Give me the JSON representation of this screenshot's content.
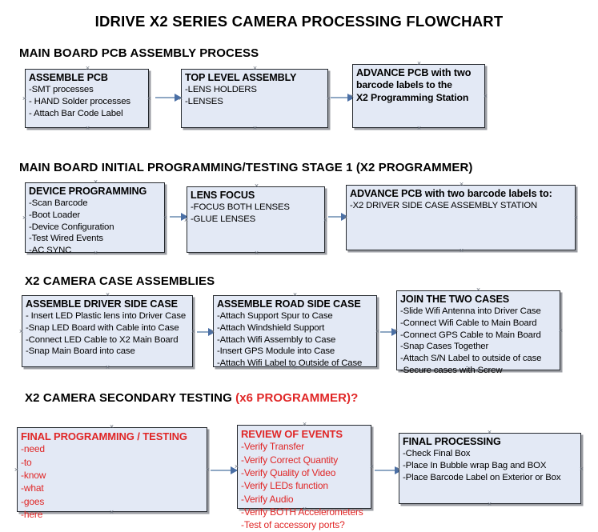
{
  "title": "IDRIVE X2  SERIES CAMERA PROCESSING FLOWCHART",
  "sections": [
    {
      "heading": "MAIN BOARD PCB ASSEMBLY PROCESS",
      "heading_suffix": ""
    },
    {
      "heading": "MAIN BOARD INITIAL PROGRAMMING/TESTING STAGE 1 (X2 PROGRAMMER)",
      "heading_suffix": ""
    },
    {
      "heading": "X2 CAMERA CASE ASSEMBLIES",
      "heading_suffix": ""
    },
    {
      "heading": "X2 CAMERA SECONDARY TESTING ",
      "heading_suffix": "(x6 PROGRAMMER)?"
    }
  ],
  "colors": {
    "box_fill": "#e3e9f5",
    "box_border": "#25292e",
    "box_shadow": "#82858c",
    "arrow_shaft": "#8fa8c4",
    "arrow_head": "#4a6fa5",
    "red_text": "#e02626",
    "black_text": "#000000",
    "background": "#ffffff"
  },
  "nodes": {
    "assemble_pcb": {
      "title": "ASSEMBLE PCB",
      "lines": [
        "-SMT processes",
        "- HAND Solder processes",
        "- Attach Bar Code Label"
      ]
    },
    "top_level_assembly": {
      "title": "TOP LEVEL ASSEMBLY",
      "lines": [
        "-LENS HOLDERS",
        "-LENSES"
      ]
    },
    "advance_pcb_station": {
      "title": "ADVANCE PCB with two",
      "lines": [
        "barcode labels to the",
        " X2 Programming Station"
      ]
    },
    "device_programming": {
      "title": "DEVICE PROGRAMMING",
      "lines": [
        "-Scan Barcode",
        "-Boot Loader",
        "-Device Configuration",
        "-Test Wired Events",
        "-AC SYNC"
      ]
    },
    "lens_focus": {
      "title": "LENS FOCUS",
      "lines": [
        "-FOCUS BOTH LENSES",
        "-GLUE LENSES"
      ]
    },
    "advance_pcb_driver_side": {
      "title": "ADVANCE PCB with two barcode labels to:",
      "lines": [
        "-X2 DRIVER  SIDE  CASE  ASSEMBLY STATION"
      ]
    },
    "assemble_driver_side_case": {
      "title": "ASSEMBLE DRIVER SIDE CASE",
      "lines": [
        "- Insert LED Plastic lens into Driver Case",
        "-Snap LED Board with Cable into Case",
        "-Connect LED Cable to X2 Main Board",
        "-Snap Main Board into case"
      ]
    },
    "assemble_road_side_case": {
      "title": "ASSEMBLE ROAD SIDE CASE",
      "lines": [
        "-Attach Support Spur to Case",
        "-Attach Windshield Support",
        "-Attach Wifi Assembly to Case",
        "-Insert GPS Module into Case",
        "-Attach Wifi Label to Outside of Case"
      ]
    },
    "join_the_two_cases": {
      "title": "JOIN THE TWO CASES",
      "lines": [
        "-Slide Wifi Antenna into Driver Case",
        "-Connect Wifi Cable to Main Board",
        "-Connect GPS Cable to Main Board",
        "-Snap Cases Together",
        "-Attach S/N Label to outside of case",
        "-Secure cases with Screw"
      ]
    },
    "final_programming_testing": {
      "title": "FINAL PROGRAMMING / TESTING",
      "lines": [
        "-need",
        "-to",
        "-know",
        "-what",
        "-goes",
        "-here"
      ]
    },
    "review_of_events": {
      "title": "REVIEW OF EVENTS",
      "lines": [
        "-Verify Transfer",
        "-Verify Correct Quantity",
        "-Verify Quality of Video",
        "-Verify LEDs function",
        "-Verify Audio",
        "-Verify BOTH Accelerometers",
        "-Test of accessory ports?"
      ]
    },
    "final_processing": {
      "title": "FINAL PROCESSING",
      "lines": [
        "-Check Final Box",
        "-Place In Bubble wrap Bag and BOX",
        "-Place Barcode Label on Exterior or Box"
      ]
    }
  }
}
